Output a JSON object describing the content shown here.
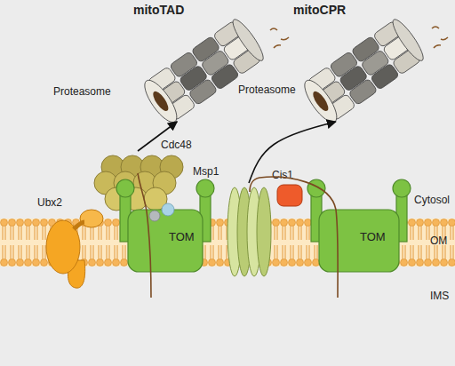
{
  "diagram": {
    "nodes": [
      {
        "text": [
          "Proteasome"
        ]
      },
      {
        "text": [
          "Cdc48"
        ]
      },
      {
        "text": [
          "Ubx2"
        ]
      },
      {
        "text": [
          "TOM"
        ]
      },
      {
        "text": [
          "Proteasome"
        ]
      },
      {
        "text": [
          "Msp1"
        ]
      },
      {
        "text": [
          "Cis1"
        ]
      },
      {
        "text": [
          "TOM"
        ]
      }
    ],
    "edges": [
      {
        "from": 1,
        "to": 0,
        "arrow": "to"
      },
      {
        "from": 5,
        "to": 4,
        "arrow": "to"
      }
    ],
    "labels": [
      "mitoTAD",
      "mitoCPR",
      "Cytosol",
      "OM",
      "IMS"
    ]
  }
}
